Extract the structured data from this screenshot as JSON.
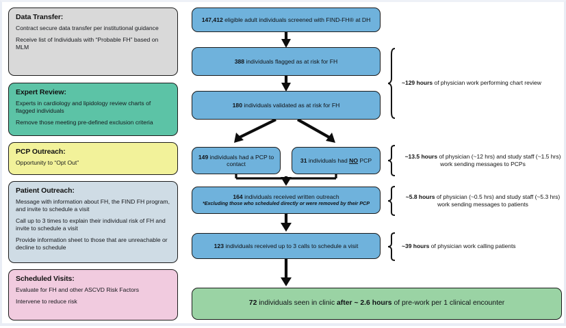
{
  "colors": {
    "flow_blue": "#6FB2DC",
    "flow_green": "#9AD3A4",
    "stage_gray": "#D9D9D9",
    "stage_teal": "#5CC3A6",
    "stage_yellow": "#F2F29A",
    "stage_lightblue": "#CFDCE5",
    "stage_pink": "#F1CBDF",
    "outline": "#1A1A1A"
  },
  "stages": [
    {
      "title": "Data Transfer:",
      "lines": [
        "Contract secure data transfer per institutional guidance",
        "Receive list of Individuals with “Probable FH” based on MLM"
      ]
    },
    {
      "title": "Expert Review:",
      "lines": [
        "Experts in cardiology and lipidology review charts of flagged individuals",
        "Remove those meeting pre-defined exclusion criteria"
      ]
    },
    {
      "title": "PCP Outreach:",
      "lines": [
        "Opportunity to “Opt Out”"
      ]
    },
    {
      "title": "Patient Outreach:",
      "lines": [
        "Message with information about FH, the FIND FH program, and invite to schedule a visit",
        "Call up to 3 times to explain their individual risk of FH and invite to schedule a visit",
        "Provide information sheet to those that are unreachable or decline to schedule"
      ]
    },
    {
      "title": "Scheduled Visits:",
      "lines": [
        "Evaluate for FH and other ASCVD Risk Factors",
        "Intervene to reduce risk"
      ]
    }
  ],
  "flow": {
    "screened": {
      "count": "147,412",
      "text": " eligible adult individuals screened with FIND-FH® at DH"
    },
    "flagged": {
      "count": "388",
      "text": " individuals flagged as at risk for FH"
    },
    "validated": {
      "count": "180",
      "text": "  individuals validated as at risk for FH"
    },
    "pcp": {
      "count": "149",
      "text": "  individuals had a PCP to contact"
    },
    "nopcp": {
      "count": "31",
      "text_before": " individuals had ",
      "emphasis": "NO",
      "text_after": " PCP"
    },
    "written": {
      "count": "164",
      "text": " individuals received written outreach",
      "note": "*Excluding those who scheduled directly or were removed by their PCP"
    },
    "calls": {
      "count": "123",
      "text": " individuals received up to 3 calls to schedule a visit"
    },
    "clinic": {
      "count": "72",
      "text_before": " individuals seen in clinic ",
      "emphasis": "after ~ 2.6 hours",
      "text_after": " of pre-work per 1 clinical encounter"
    }
  },
  "annotations": [
    {
      "hours": "~129 hours",
      "text": " of physician work performing chart review",
      "align": "left"
    },
    {
      "hours": "~13.5 hours",
      "text": " of physician (~12 hrs) and study staff (~1.5 hrs) work sending messages to PCPs",
      "align": "center"
    },
    {
      "hours": "~5.8 hours",
      "text": " of physician (~0.5 hrs) and study staff (~5.3 hrs) work sending messages to patients",
      "align": "center"
    },
    {
      "hours": "~39 hours",
      "text": " of physician work calling patients",
      "align": "left"
    }
  ]
}
